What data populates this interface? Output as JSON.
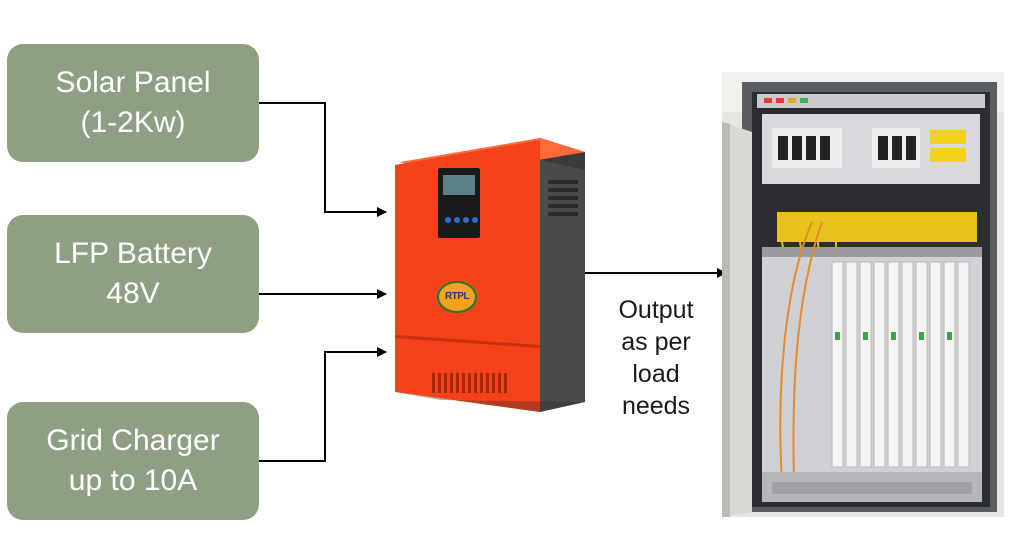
{
  "sources": [
    {
      "id": "solar",
      "lines": [
        "Solar Panel",
        "(1-2Kw)"
      ]
    },
    {
      "id": "battery",
      "lines": [
        "LFP Battery",
        "48V"
      ]
    },
    {
      "id": "grid",
      "lines": [
        "Grid Charger",
        "up to 10A"
      ]
    }
  ],
  "inverter": {
    "brand_logo": "RTPL"
  },
  "output": {
    "lines": [
      "Output",
      "as per",
      "load",
      "needs"
    ]
  },
  "colors": {
    "box_fill": "#8f9f84",
    "box_text": "#ffffff",
    "inverter_body": "#f5421b",
    "inverter_side": "#4a4a4a",
    "connector": "#000000"
  }
}
